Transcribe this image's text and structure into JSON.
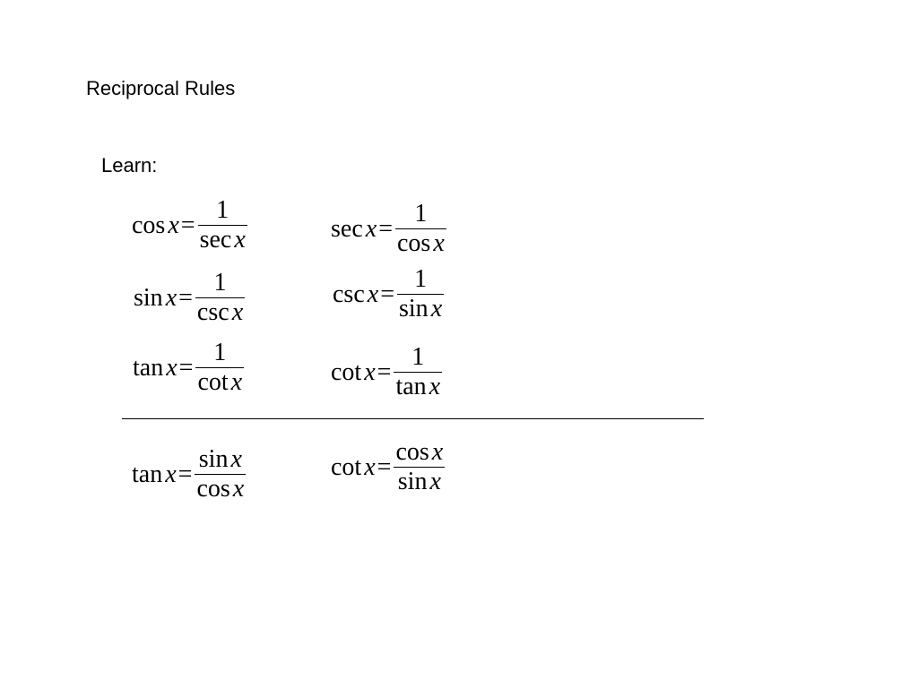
{
  "title": "Reciprocal Rules",
  "learn_label": "Learn:",
  "equations": [
    {
      "lhs": "cos",
      "var": "x",
      "eq": "=",
      "num_fn": "1",
      "num_var": "",
      "den_fn": "sec",
      "den_var": "x"
    },
    {
      "lhs": "sec",
      "var": "x",
      "eq": "=",
      "num_fn": "1",
      "num_var": "",
      "den_fn": "cos",
      "den_var": "x"
    },
    {
      "lhs": "sin",
      "var": "x",
      "eq": "=",
      "num_fn": "1",
      "num_var": "",
      "den_fn": "csc",
      "den_var": "x"
    },
    {
      "lhs": "csc",
      "var": "x",
      "eq": "=",
      "num_fn": "1",
      "num_var": "",
      "den_fn": "sin",
      "den_var": "x"
    },
    {
      "lhs": "tan",
      "var": "x",
      "eq": "=",
      "num_fn": "1",
      "num_var": "",
      "den_fn": "cot",
      "den_var": "x"
    },
    {
      "lhs": "cot",
      "var": "x",
      "eq": "=",
      "num_fn": "1",
      "num_var": "",
      "den_fn": "tan",
      "den_var": "x"
    },
    {
      "lhs": "tan",
      "var": "x",
      "eq": "=",
      "num_fn": "sin",
      "num_var": "x",
      "den_fn": "cos",
      "den_var": "x"
    },
    {
      "lhs": "cot",
      "var": "x",
      "eq": "=",
      "num_fn": "cos",
      "num_var": "x",
      "den_fn": "sin",
      "den_var": "x"
    }
  ]
}
